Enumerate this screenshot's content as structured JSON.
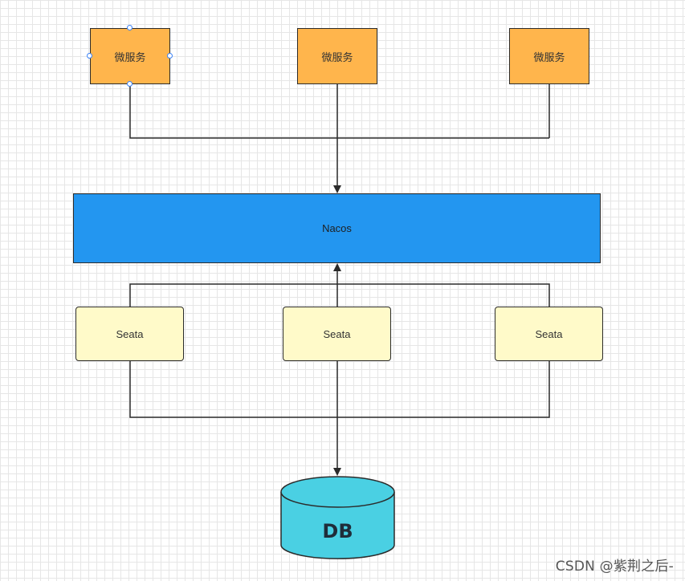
{
  "nodes": {
    "microservices": [
      {
        "label": "微服务"
      },
      {
        "label": "微服务"
      },
      {
        "label": "微服务"
      }
    ],
    "registry": {
      "label": "Nacos"
    },
    "seata": [
      {
        "label": "Seata"
      },
      {
        "label": "Seata"
      },
      {
        "label": "Seata"
      }
    ],
    "database": {
      "label": "DB"
    }
  },
  "colors": {
    "microservice_fill": "#ffb54c",
    "registry_fill": "#2396f0",
    "seata_fill": "#fffac9",
    "database_fill": "#4ad0e3",
    "line": "#2b2b2b",
    "grid": "#e6e6e6"
  },
  "watermark": "CSDN @紫荆之后-"
}
